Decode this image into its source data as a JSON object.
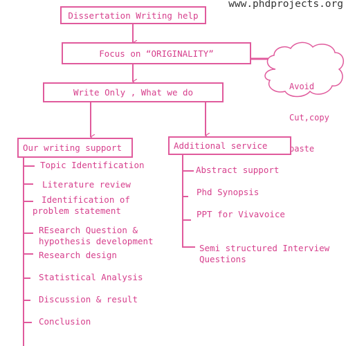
{
  "watermark": "www.phdprojects.org",
  "top_box": "Dissertation Writing help",
  "focus_box": "Focus on “ORIGINALITY”",
  "write_box": "Write Only , What we do",
  "cloud": {
    "line1": "Avoid",
    "line2": "Cut,copy",
    "line3": "paste"
  },
  "left_branch": {
    "title": "Our writing support",
    "items": [
      "Topic Identification",
      "Literature review",
      "Identification of\nproblem statement",
      "REsearch Question &\nhypothesis development",
      "Research design",
      "Statistical Analysis",
      "Discussion & result",
      "Conclusion"
    ]
  },
  "right_branch": {
    "title": "Additional service",
    "items": [
      "Abstract support",
      "Phd Synopsis",
      "PPT for Vivavoice",
      "Semi structured Interview\nQuestions"
    ]
  },
  "colors": {
    "accent": "#e05a9c",
    "text": "#d63f8c",
    "watermark": "#333333"
  }
}
